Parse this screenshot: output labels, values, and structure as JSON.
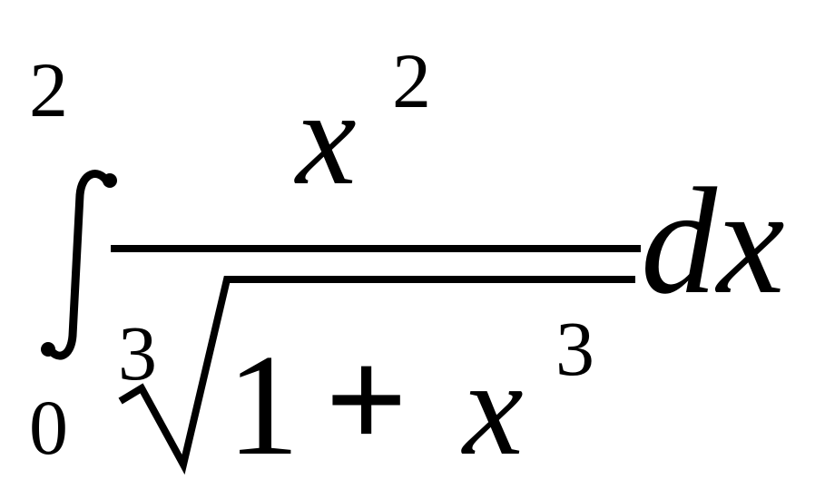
{
  "expression": {
    "upper_limit": "2",
    "lower_limit": "0",
    "numerator_base": "x",
    "numerator_exponent": "2",
    "root_index": "3",
    "radicand_one": "1",
    "radicand_plus": "+",
    "radicand_base": "x",
    "radicand_exponent": "3",
    "differential": "dx"
  }
}
